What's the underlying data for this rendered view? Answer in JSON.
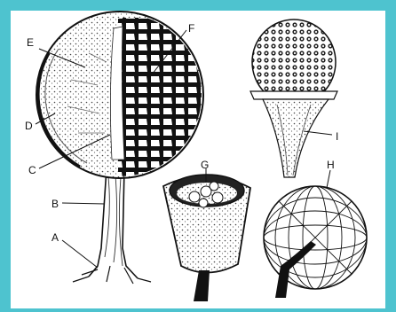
{
  "colors": {
    "background": "#4ec3cf",
    "panel": "#ffffff",
    "ink": "#111111"
  },
  "labels": {
    "a": "A",
    "b": "B",
    "c": "C",
    "d": "D",
    "e": "E",
    "f": "F",
    "g": "G",
    "h": "H",
    "i": "I"
  }
}
